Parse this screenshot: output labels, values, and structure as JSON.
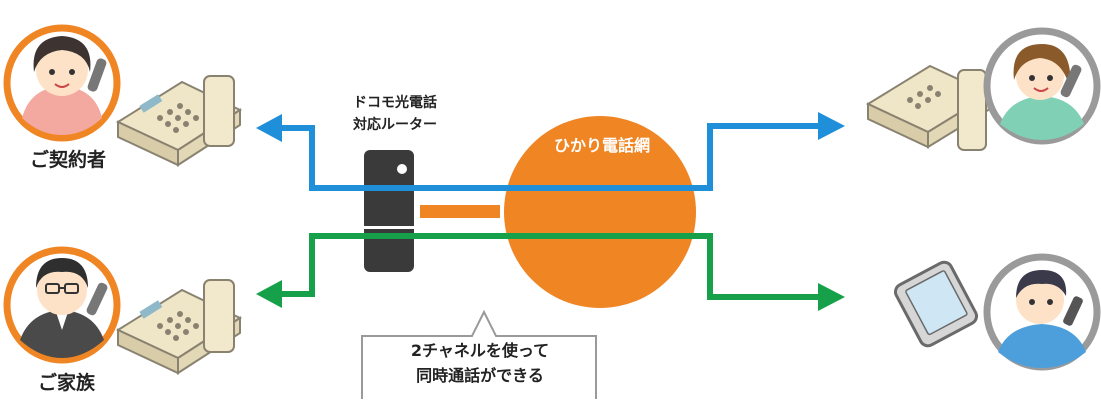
{
  "router": {
    "line1": "ドコモ光電話",
    "line2": "対応ルーター"
  },
  "network": {
    "label": "ひかり電話網"
  },
  "people": {
    "contractor": "ご契約者",
    "family": "ご家族"
  },
  "callout": {
    "line1": "2チャネルを使って",
    "line2": "同時通話ができる"
  },
  "colors": {
    "blue_line": "#1e8fd8",
    "green_line": "#16a04a",
    "orange": "#f08523",
    "avatar_ring_left": "#f08523",
    "avatar_ring_right": "#9a9a9a",
    "router_body": "#3a3a3a"
  }
}
